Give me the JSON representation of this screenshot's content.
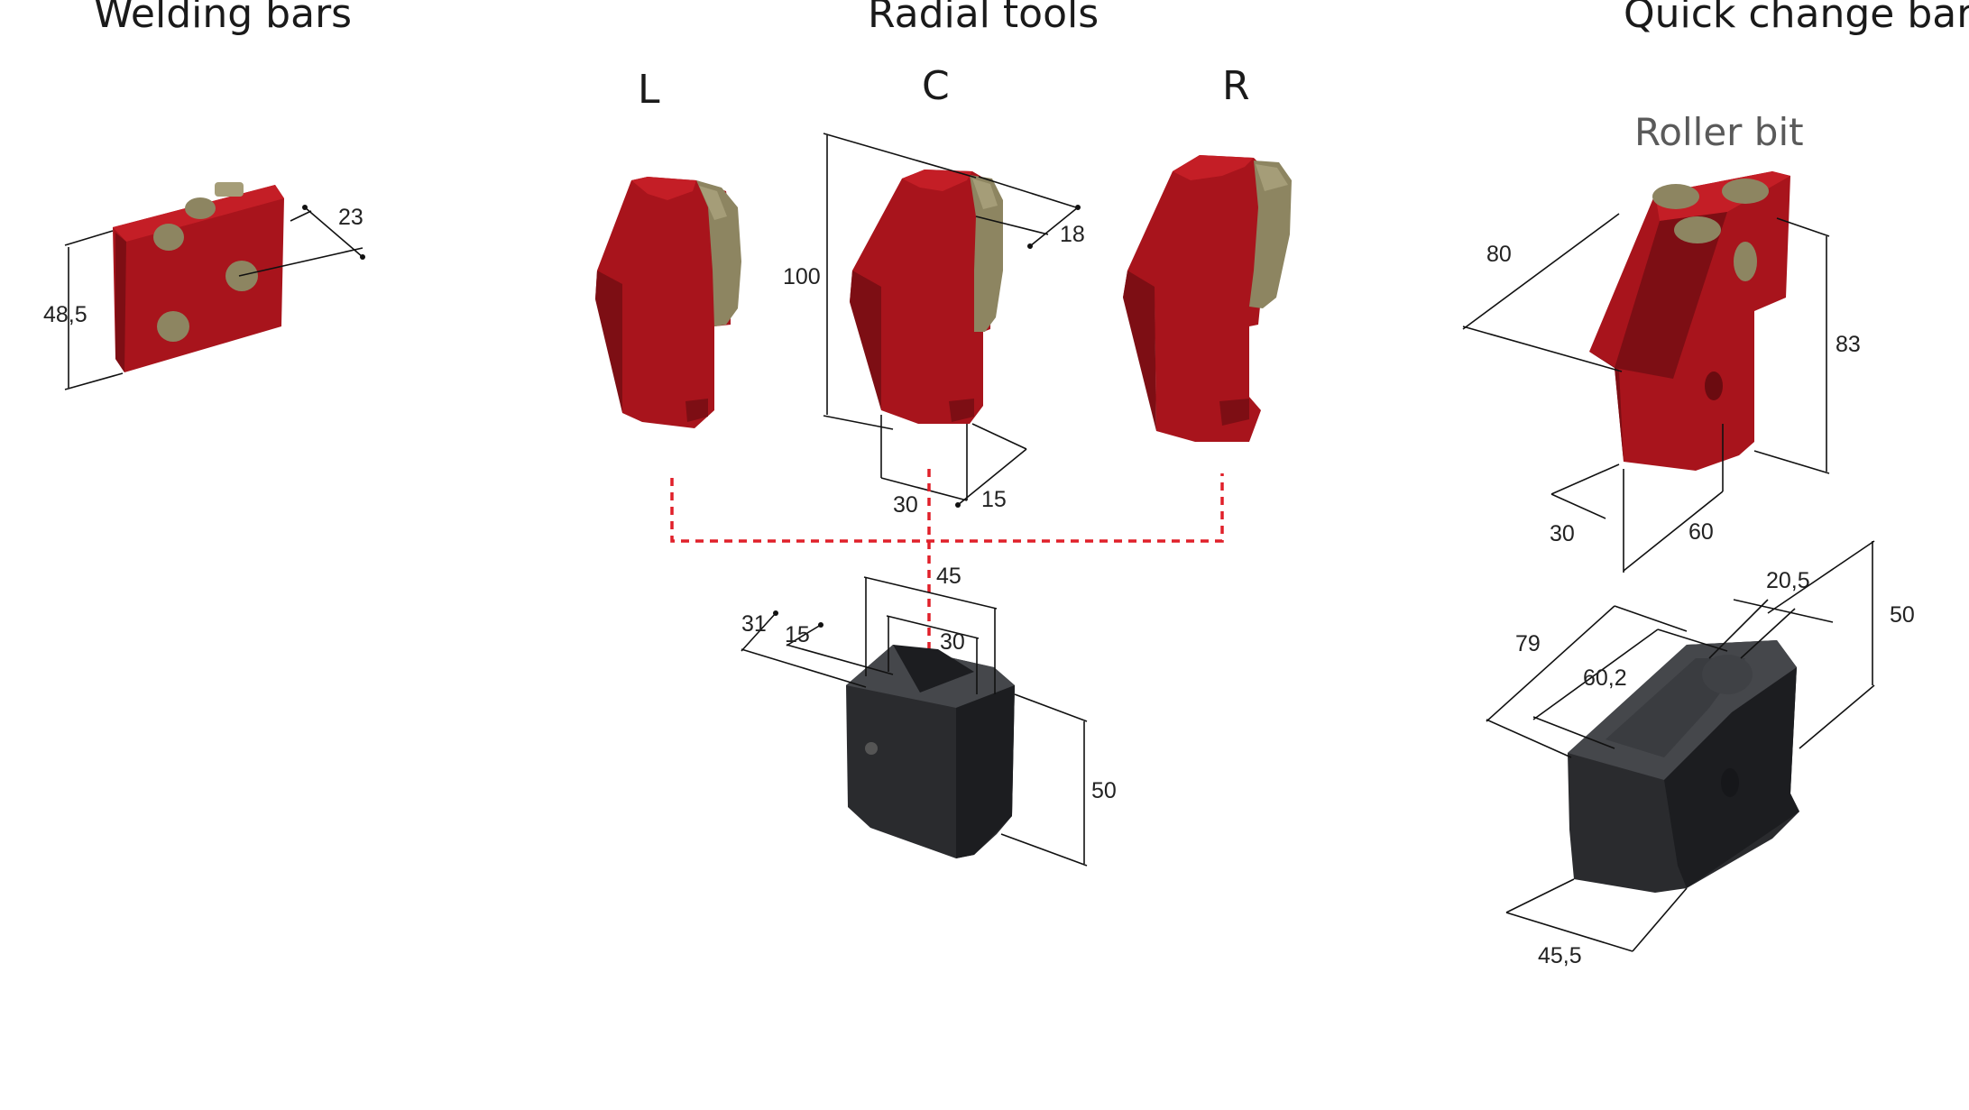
{
  "sections": {
    "welding": {
      "title": "Welding bars"
    },
    "radial": {
      "title": "Radial tools",
      "variants": [
        "L",
        "C",
        "R"
      ]
    },
    "quick": {
      "title": "Quick change bars",
      "subtitle": "Roller bit"
    }
  },
  "dimensions": {
    "welding": {
      "height": "48,5",
      "depth": "23"
    },
    "radial_tool": {
      "height": "100",
      "tip": "18",
      "width": "30",
      "thickness": "15"
    },
    "radial_holder": {
      "outer": "45",
      "inner": "30",
      "depth_outer": "31",
      "depth_inner": "15",
      "height": "50"
    },
    "roller_bit": {
      "length": "80",
      "height": "83",
      "shank": "30",
      "base": "60"
    },
    "qc_holder": {
      "length": "79",
      "inner": "60,2",
      "slot": "20,5",
      "height": "50",
      "width": "45,5"
    }
  },
  "colors": {
    "tool_red": "#a8141c",
    "carbide_tan": "#8d8561",
    "holder_black": "#2a2b2e",
    "connector_red": "#e0202a"
  }
}
